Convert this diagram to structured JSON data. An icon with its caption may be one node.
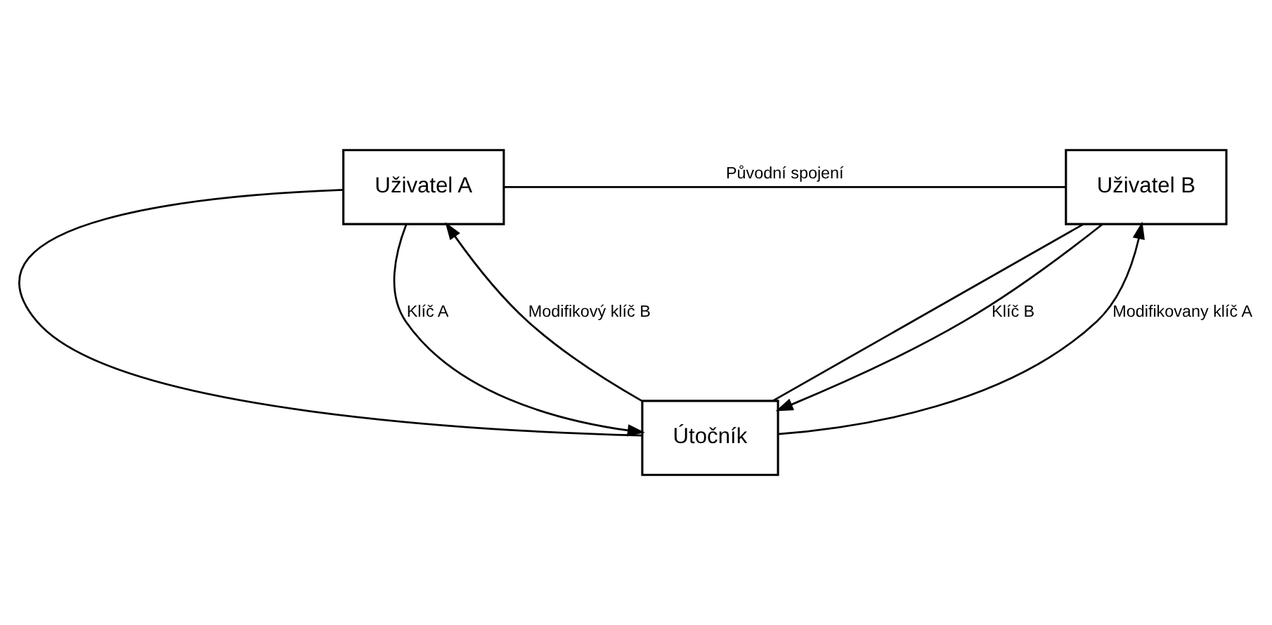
{
  "diagram": {
    "nodes": [
      {
        "text": [
          "Uživatel A"
        ]
      },
      {
        "text": [
          "Uživatel B"
        ]
      },
      {
        "text": [
          "Útočník"
        ]
      }
    ],
    "edges": [
      {
        "from": 0,
        "to": 1,
        "arrow": "none",
        "label": "Původní spojení"
      },
      {
        "from": 0,
        "to": 2,
        "arrow": "none"
      },
      {
        "from": 1,
        "to": 2,
        "arrow": "none"
      },
      {
        "from": 2,
        "to": 0,
        "arrow": "to",
        "label": "Modifikový klíč B"
      },
      {
        "from": 0,
        "to": 2,
        "arrow": "to",
        "label": "Klíč A"
      },
      {
        "from": 1,
        "to": 2,
        "arrow": "to",
        "label": "Klíč B"
      },
      {
        "from": 2,
        "to": 1,
        "arrow": "to",
        "label": "Modifikovany klíč A"
      }
    ]
  }
}
